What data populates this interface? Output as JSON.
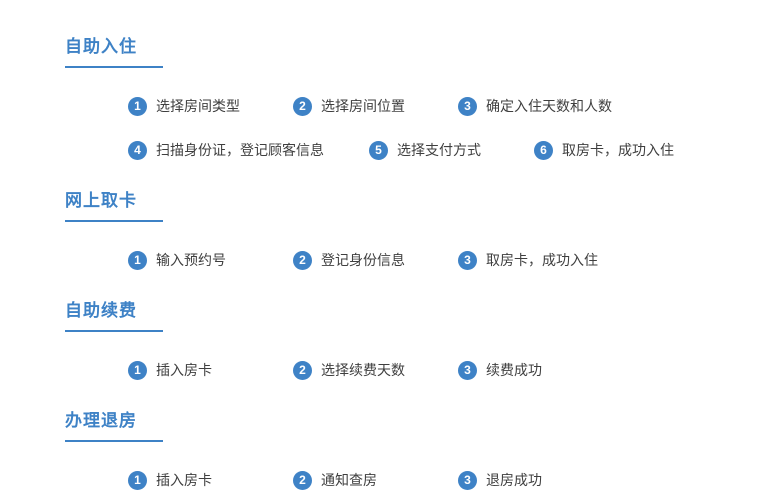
{
  "theme": {
    "accent": "#3e82c6",
    "step_text_color": "#3f3f3f",
    "background": "#ffffff"
  },
  "sections": [
    {
      "id": "self-check-in",
      "title": "自助入住",
      "rows": [
        [
          {
            "num": "1",
            "label": "选择房间类型"
          },
          {
            "num": "2",
            "label": "选择房间位置"
          },
          {
            "num": "3",
            "label": "确定入住天数和人数"
          }
        ],
        [
          {
            "num": "4",
            "label": "扫描身份证，登记顾客信息"
          },
          {
            "num": "5",
            "label": "选择支付方式"
          },
          {
            "num": "6",
            "label": "取房卡，成功入住"
          }
        ]
      ]
    },
    {
      "id": "online-card-pickup",
      "title": "网上取卡",
      "rows": [
        [
          {
            "num": "1",
            "label": "输入预约号"
          },
          {
            "num": "2",
            "label": "登记身份信息"
          },
          {
            "num": "3",
            "label": "取房卡，成功入住"
          }
        ]
      ]
    },
    {
      "id": "self-renewal",
      "title": "自助续费",
      "rows": [
        [
          {
            "num": "1",
            "label": "插入房卡"
          },
          {
            "num": "2",
            "label": "选择续费天数"
          },
          {
            "num": "3",
            "label": "续费成功"
          }
        ]
      ]
    },
    {
      "id": "check-out",
      "title": "办理退房",
      "rows": [
        [
          {
            "num": "1",
            "label": "插入房卡"
          },
          {
            "num": "2",
            "label": "通知查房"
          },
          {
            "num": "3",
            "label": "退房成功"
          }
        ]
      ]
    }
  ]
}
